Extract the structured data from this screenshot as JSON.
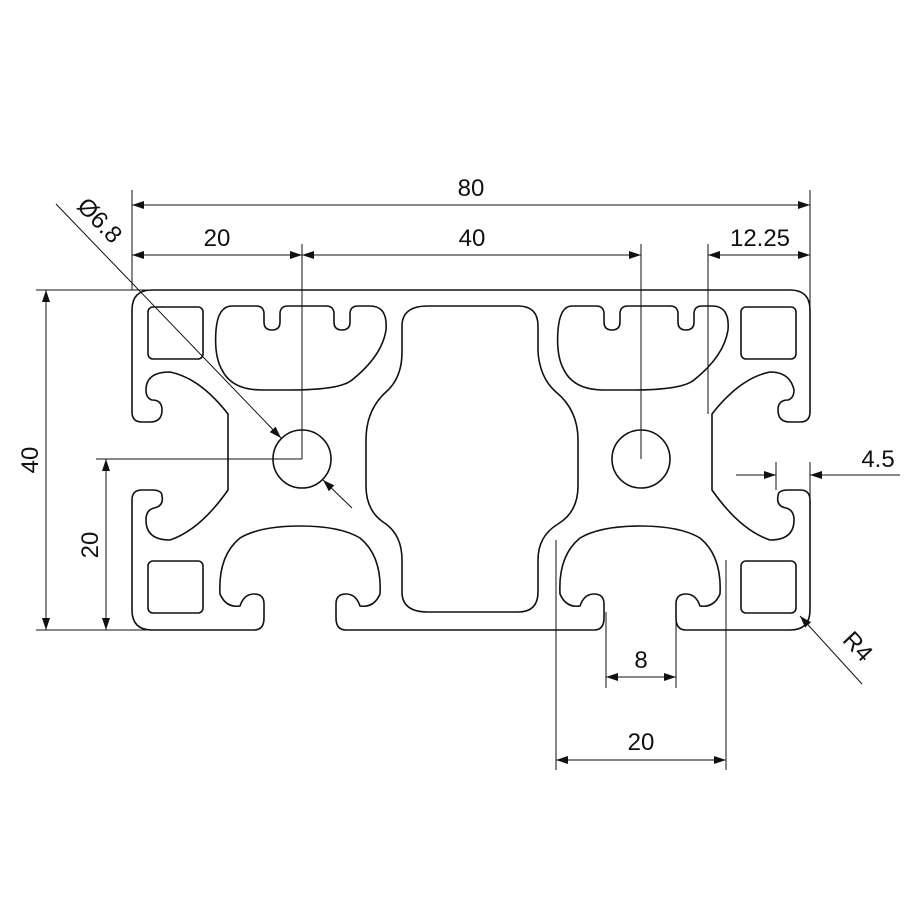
{
  "drawing": {
    "background": "#ffffff",
    "line_color": "#111111",
    "subject": "aluminium-extrusion-profile-cross-section",
    "dimensions": {
      "overall_width": "80",
      "pitch_left": "20",
      "pitch_center": "40",
      "right_offset": "12.25",
      "hole_diameter": "Ø6.8",
      "overall_height": "40",
      "half_height": "20",
      "slot_lip": "4.5",
      "slot_width": "8",
      "slot_pitch": "20",
      "corner_radius": "R4"
    }
  }
}
